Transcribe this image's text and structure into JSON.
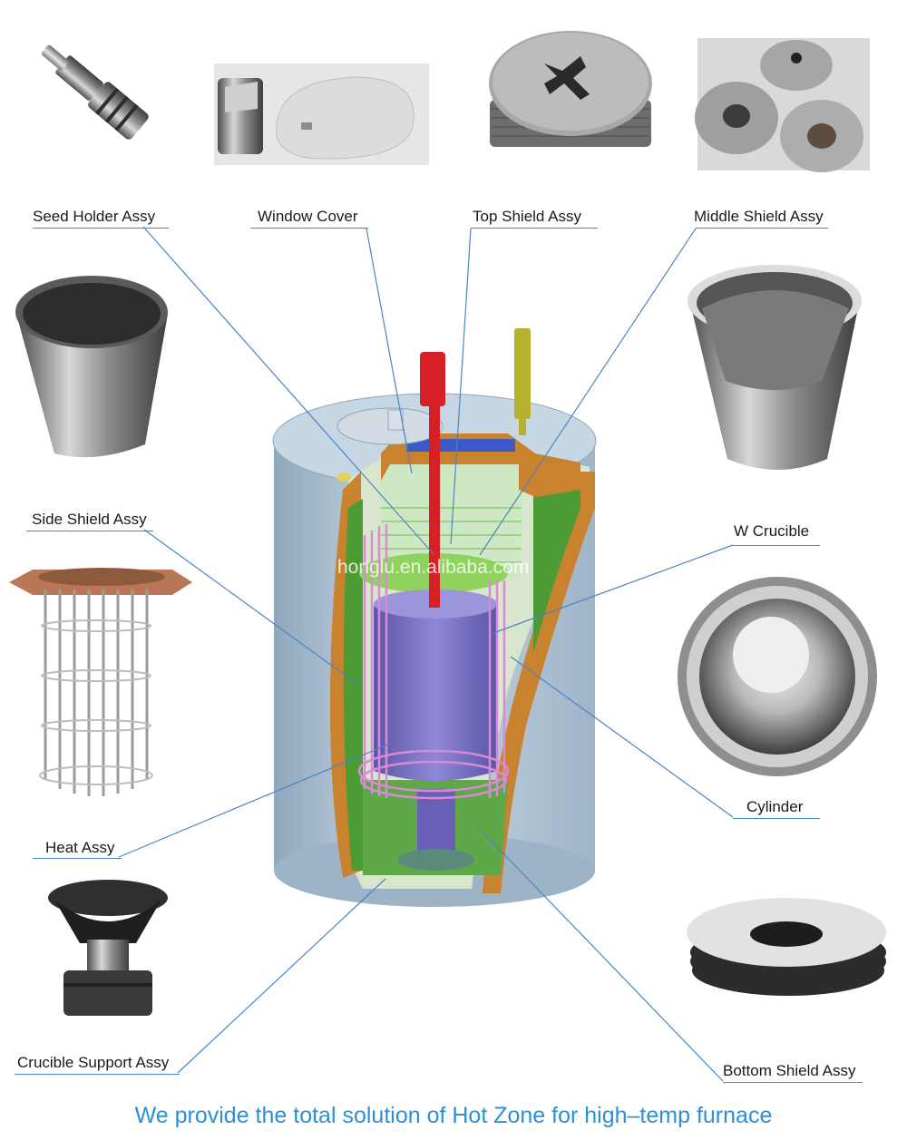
{
  "labels": {
    "seed_holder": "Seed Holder Assy",
    "window_cover": "Window Cover",
    "top_shield": "Top Shield Assy",
    "middle_shield": "Middle Shield Assy",
    "side_shield": "Side Shield Assy",
    "w_crucible": "W Crucible",
    "cylinder": "Cylinder",
    "heat": "Heat Assy",
    "crucible_support": "Crucible Support Assy",
    "bottom_shield": "Bottom Shield Assy"
  },
  "watermark": "honglu.en.alibaba.com",
  "footer": "We provide the total solution of Hot Zone for high–temp furnace",
  "colors": {
    "leader_line": "#4a86c5",
    "footer_text": "#2d8fd6",
    "furnace_body": "#a9bfd2",
    "copper_wall": "#c9822d",
    "heater": "#d98ad3",
    "crucible": "#7b73c6",
    "shield_green": "#4c9b34",
    "seed_rod": "#d71f26",
    "pipe": "#b7b22e"
  },
  "icons": [
    "seed-holder-photo",
    "window-cover-photo",
    "top-shield-photo",
    "middle-shield-photo",
    "side-shield-photo",
    "w-crucible-photo",
    "heat-assy-photo",
    "cylinder-photo",
    "crucible-support-photo",
    "bottom-shield-photo"
  ]
}
